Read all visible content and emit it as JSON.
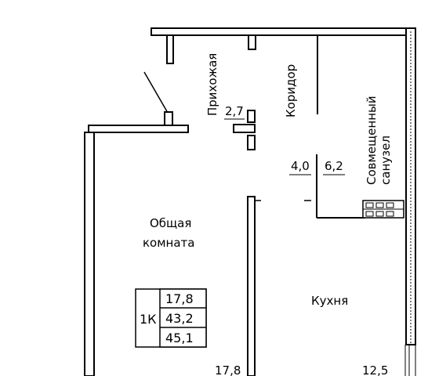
{
  "plan": {
    "rooms": {
      "hallway": {
        "name": "Прихожая",
        "area": "2,7"
      },
      "corridor": {
        "name": "Коридор",
        "area": "4,0"
      },
      "bathroom": {
        "name_line1": "Совмещенный",
        "name_line2": "санузел",
        "area": "6,2"
      },
      "living": {
        "name_line1": "Общая",
        "name_line2": "комната",
        "area": "17,8"
      },
      "kitchen": {
        "name": "Кухня",
        "area": "12,5"
      }
    },
    "summary": {
      "type": "1К",
      "living_area": "17,8",
      "total_area": "43,2",
      "total_with_balcony": "45,1"
    }
  }
}
